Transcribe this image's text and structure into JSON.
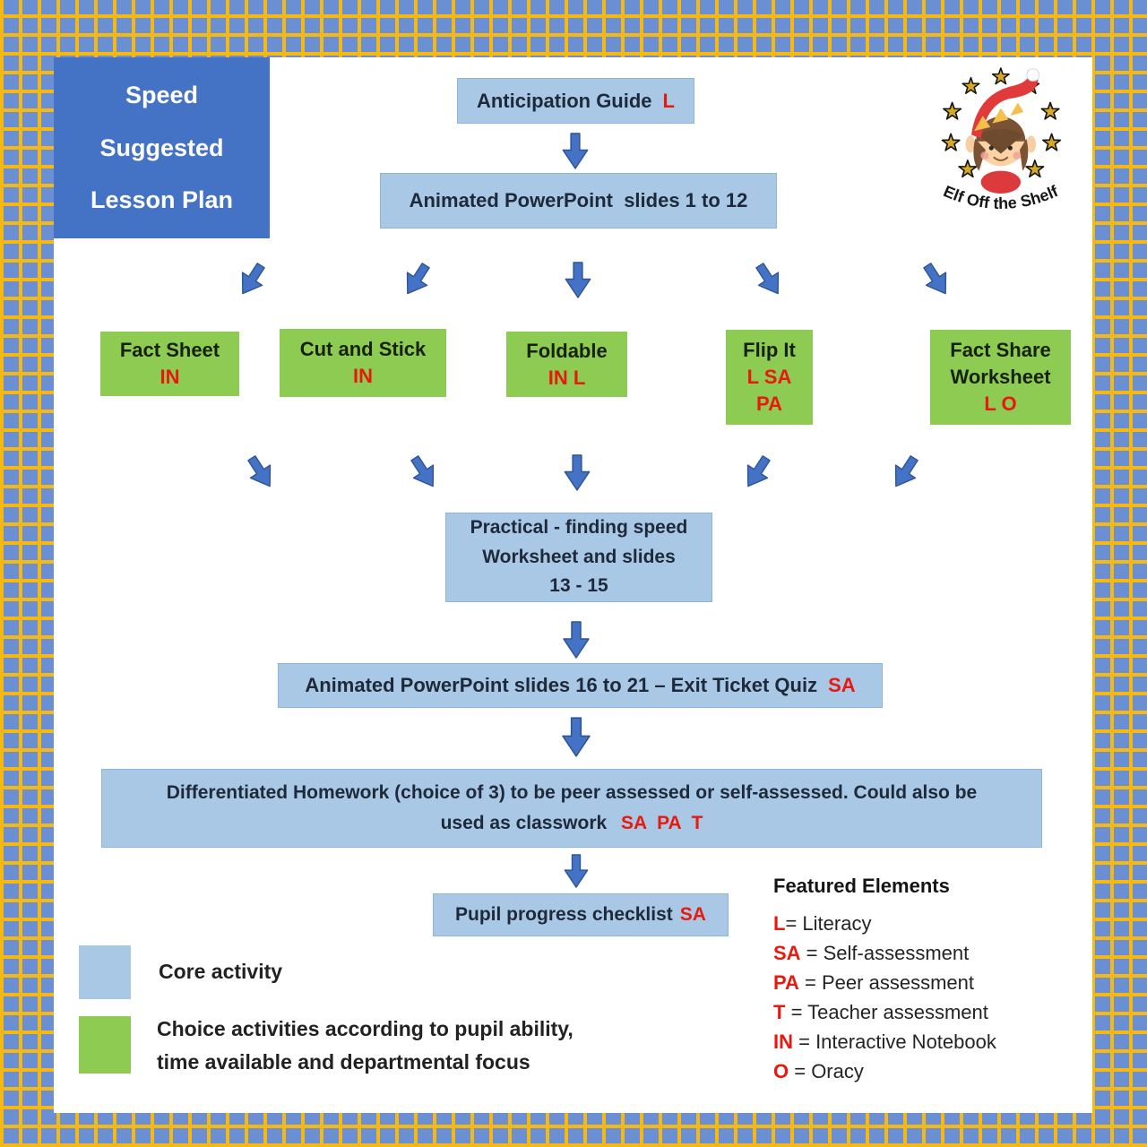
{
  "logo": {
    "name": "Elf Off the Shelf"
  },
  "title_box": {
    "lines": [
      "Speed",
      "Suggested",
      "Lesson Plan"
    ]
  },
  "flow": {
    "anticipation": {
      "label": "Anticipation Guide",
      "tags": "L"
    },
    "powerpoint_intro": {
      "label": "Animated PowerPoint  slides 1 to 12"
    },
    "choices": [
      {
        "lines": [
          "Fact Sheet"
        ],
        "tags": [
          "IN"
        ]
      },
      {
        "lines": [
          "Cut and Stick"
        ],
        "tags": [
          "IN"
        ]
      },
      {
        "lines": [
          "Foldable"
        ],
        "tags": [
          "IN L"
        ]
      },
      {
        "lines": [
          "Flip It"
        ],
        "tags": [
          "L SA",
          "PA"
        ]
      },
      {
        "lines": [
          "Fact Share",
          "Worksheet"
        ],
        "tags": [
          "L O"
        ]
      }
    ],
    "practical": {
      "lines": [
        "Practical - finding speed",
        "Worksheet and slides",
        "13 - 15"
      ]
    },
    "powerpoint_exit": {
      "label": "Animated PowerPoint slides 16 to 21 – Exit Ticket Quiz",
      "tags": "SA"
    },
    "homework": {
      "line1": "Differentiated Homework (choice of 3) to be peer assessed or self-assessed. Could also be",
      "line2": "used as classwork",
      "tags": "SA  PA  T"
    },
    "checklist": {
      "label": "Pupil progress checklist",
      "tags": "SA"
    }
  },
  "legend": {
    "core_label": "Core activity",
    "choice_line1": "Choice activities according to pupil ability,",
    "choice_line2": "time available and departmental focus"
  },
  "featured": {
    "title": "Featured Elements",
    "items": [
      {
        "abbr": "L",
        "label": "= Literacy"
      },
      {
        "abbr": "SA",
        "label": " = Self-assessment"
      },
      {
        "abbr": "PA",
        "label": " = Peer assessment"
      },
      {
        "abbr": "T",
        "label": " = Teacher assessment"
      },
      {
        "abbr": "IN",
        "label": " = Interactive Notebook"
      },
      {
        "abbr": "O",
        "label": " = Oracy"
      }
    ]
  },
  "icons": {
    "flow_arrow": "block-arrow-down",
    "logo_star": "gold-star"
  },
  "colors": {
    "frame_blue": "#6b8fd3",
    "frame_orange": "#f6b813",
    "title_fill": "#4472c4",
    "core_fill": "#a9c8e5",
    "choice_fill": "#8ecb52",
    "arrow_fill": "#4472c4",
    "tag_red": "#e8190e",
    "text_dark": "#1e2a3a"
  }
}
